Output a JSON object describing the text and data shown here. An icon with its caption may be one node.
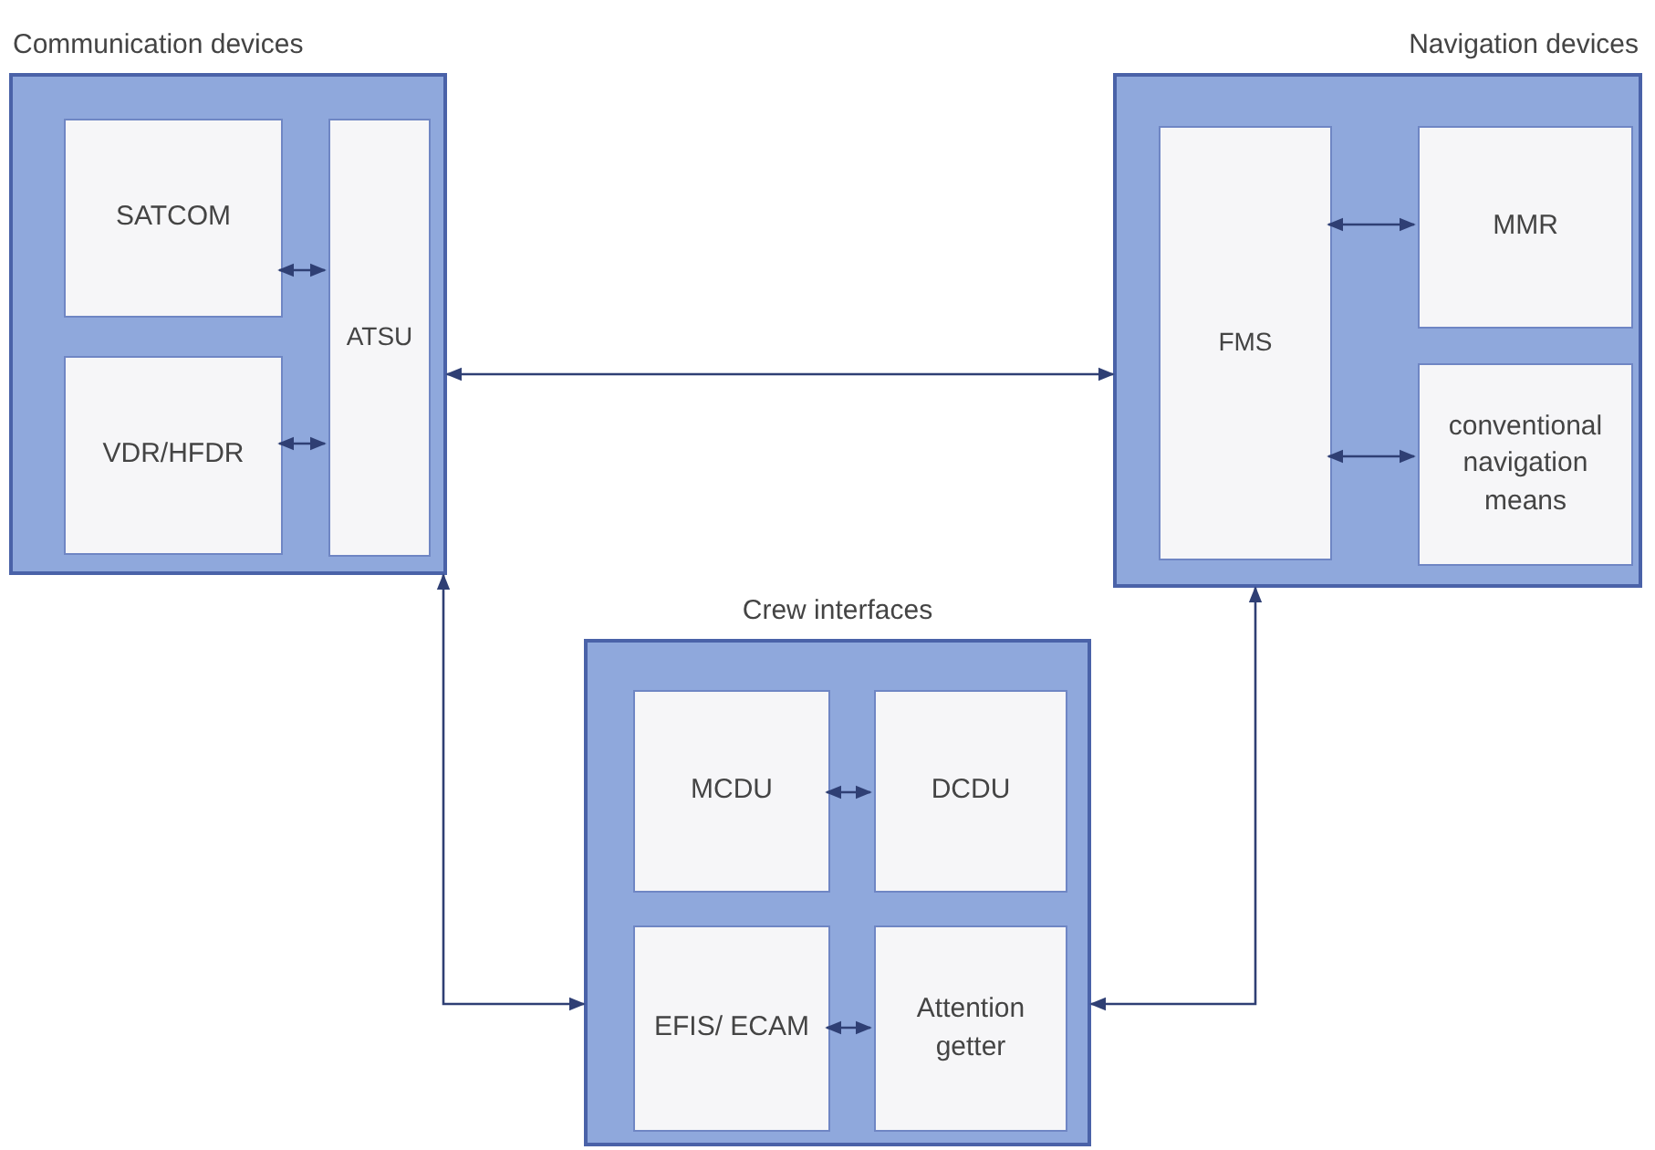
{
  "diagram": {
    "nodes": [
      {
        "text": [
          "Communication devices"
        ]
      },
      {
        "text": [
          "SATCOM"
        ],
        "in": 0
      },
      {
        "text": [
          "VDR/HFDR"
        ],
        "in": 0
      },
      {
        "text": [
          "ATSU"
        ],
        "in": 0
      },
      {
        "text": [
          "Navigation devices"
        ]
      },
      {
        "text": [
          "FMS"
        ],
        "in": 4
      },
      {
        "text": [
          "MMR"
        ],
        "in": 4
      },
      {
        "text": [
          "conventional navigation means"
        ],
        "in": 4
      },
      {
        "text": [
          "Crew interfaces"
        ]
      },
      {
        "text": [
          "MCDU"
        ],
        "in": 8
      },
      {
        "text": [
          "DCDU"
        ],
        "in": 8
      },
      {
        "text": [
          "EFIS/ ECAM"
        ],
        "in": 8
      },
      {
        "text": [
          "Attention getter"
        ],
        "in": 8
      }
    ],
    "edges": [
      {
        "from": 1,
        "to": 3,
        "arrow": "both"
      },
      {
        "from": 2,
        "to": 3,
        "arrow": "both"
      },
      {
        "from": 0,
        "to": 4,
        "arrow": "both"
      },
      {
        "from": 6,
        "to": 5,
        "arrow": "both"
      },
      {
        "from": 7,
        "to": 5,
        "arrow": "both"
      },
      {
        "from": 0,
        "to": 8,
        "arrow": "both"
      },
      {
        "from": 8,
        "to": 4,
        "arrow": "both"
      },
      {
        "from": 9,
        "to": 10,
        "arrow": "both"
      },
      {
        "from": 11,
        "to": 12,
        "arrow": "both"
      }
    ]
  }
}
